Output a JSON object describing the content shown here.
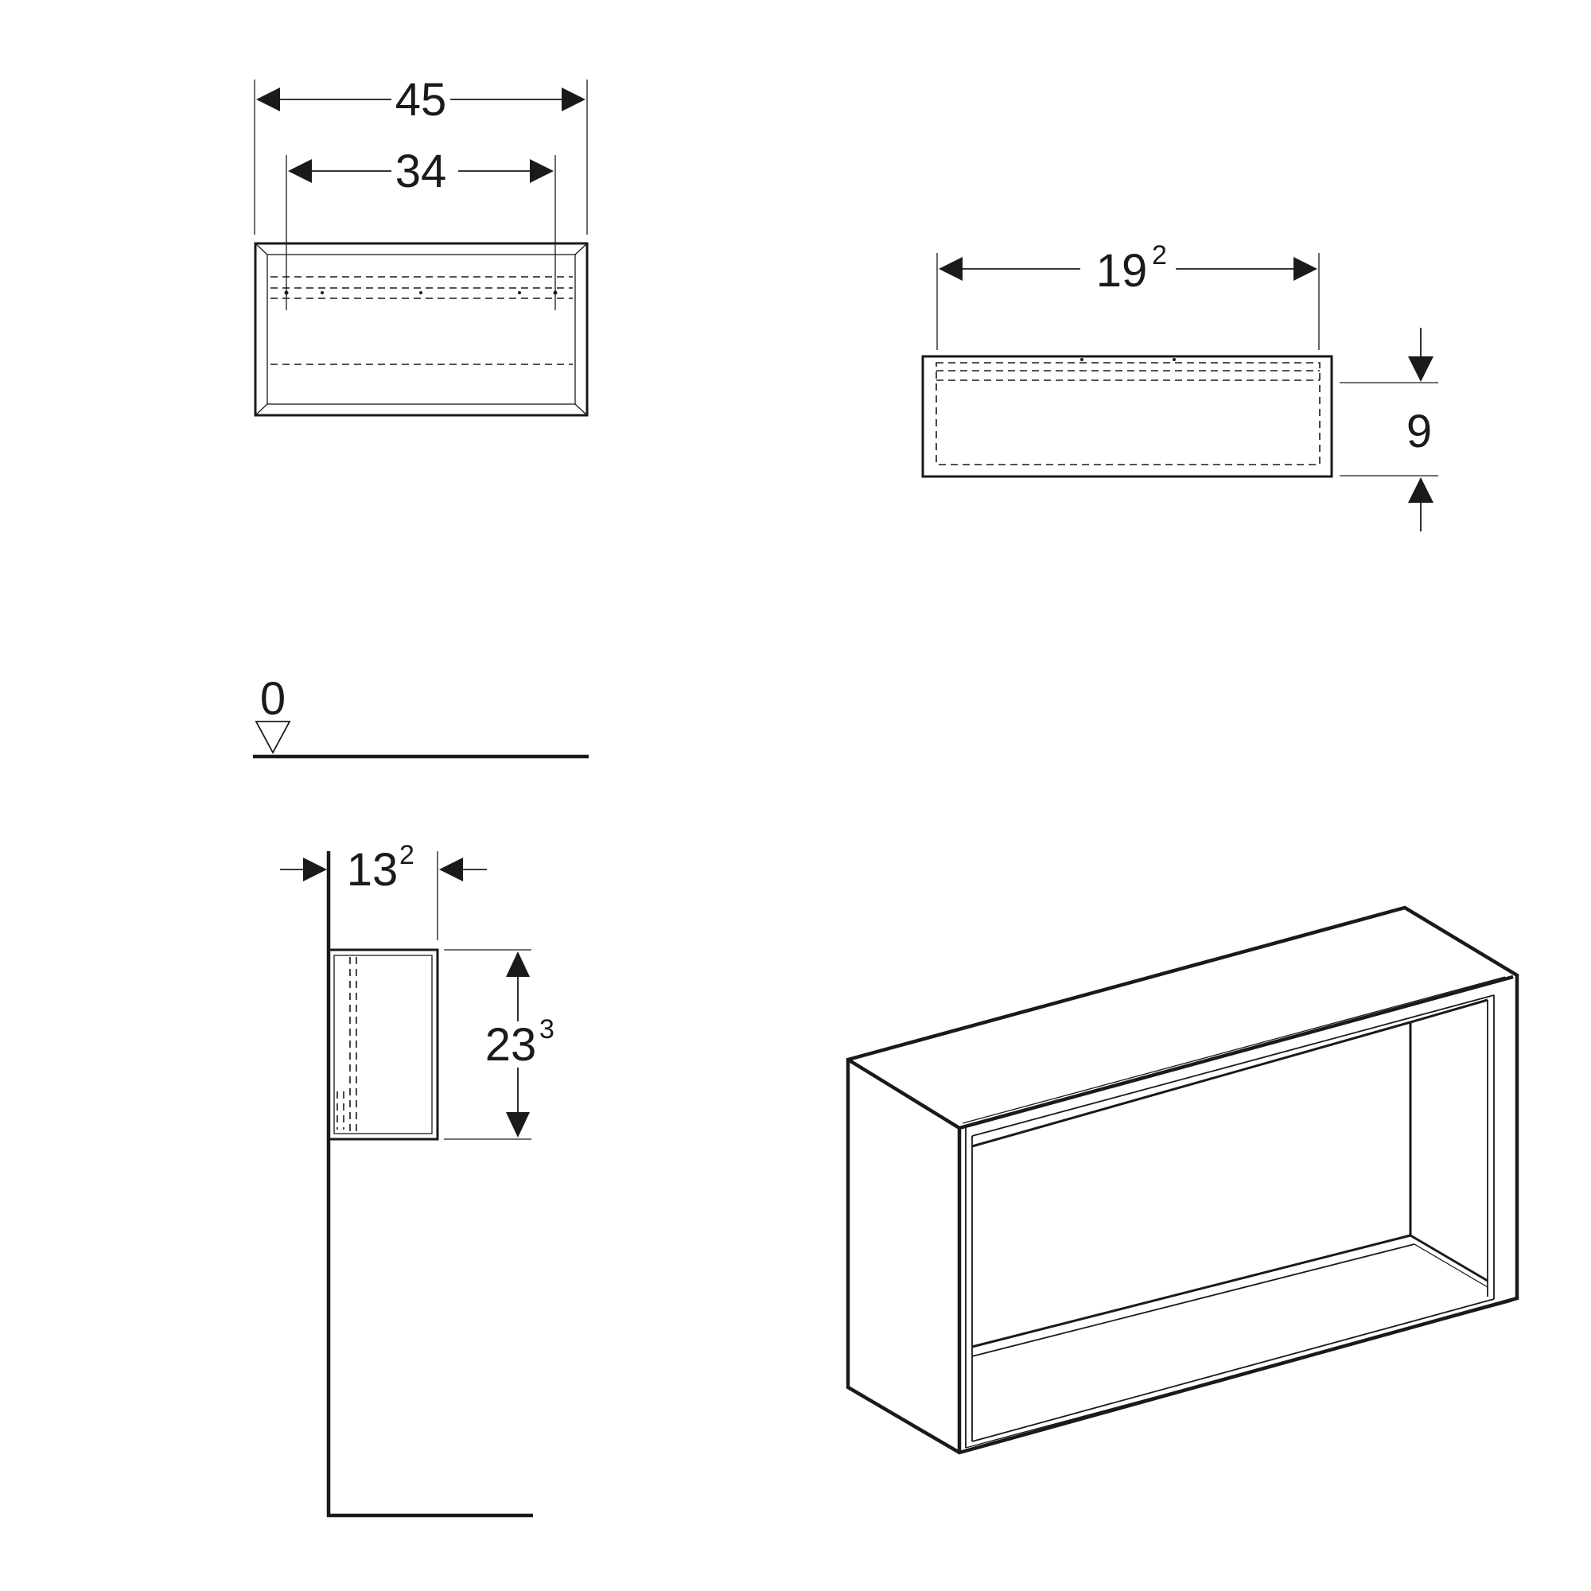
{
  "dimensions": {
    "overall_width": "45",
    "inner_width": "34",
    "depth_main": "19",
    "depth_sup": "2",
    "height_top_view": "9",
    "level_mark": "0",
    "side_depth_main": "13",
    "side_depth_sup": "2",
    "side_height_main": "23",
    "side_height_sup": "3"
  },
  "colors": {
    "line": "#1a1a1a",
    "background": "#ffffff"
  }
}
